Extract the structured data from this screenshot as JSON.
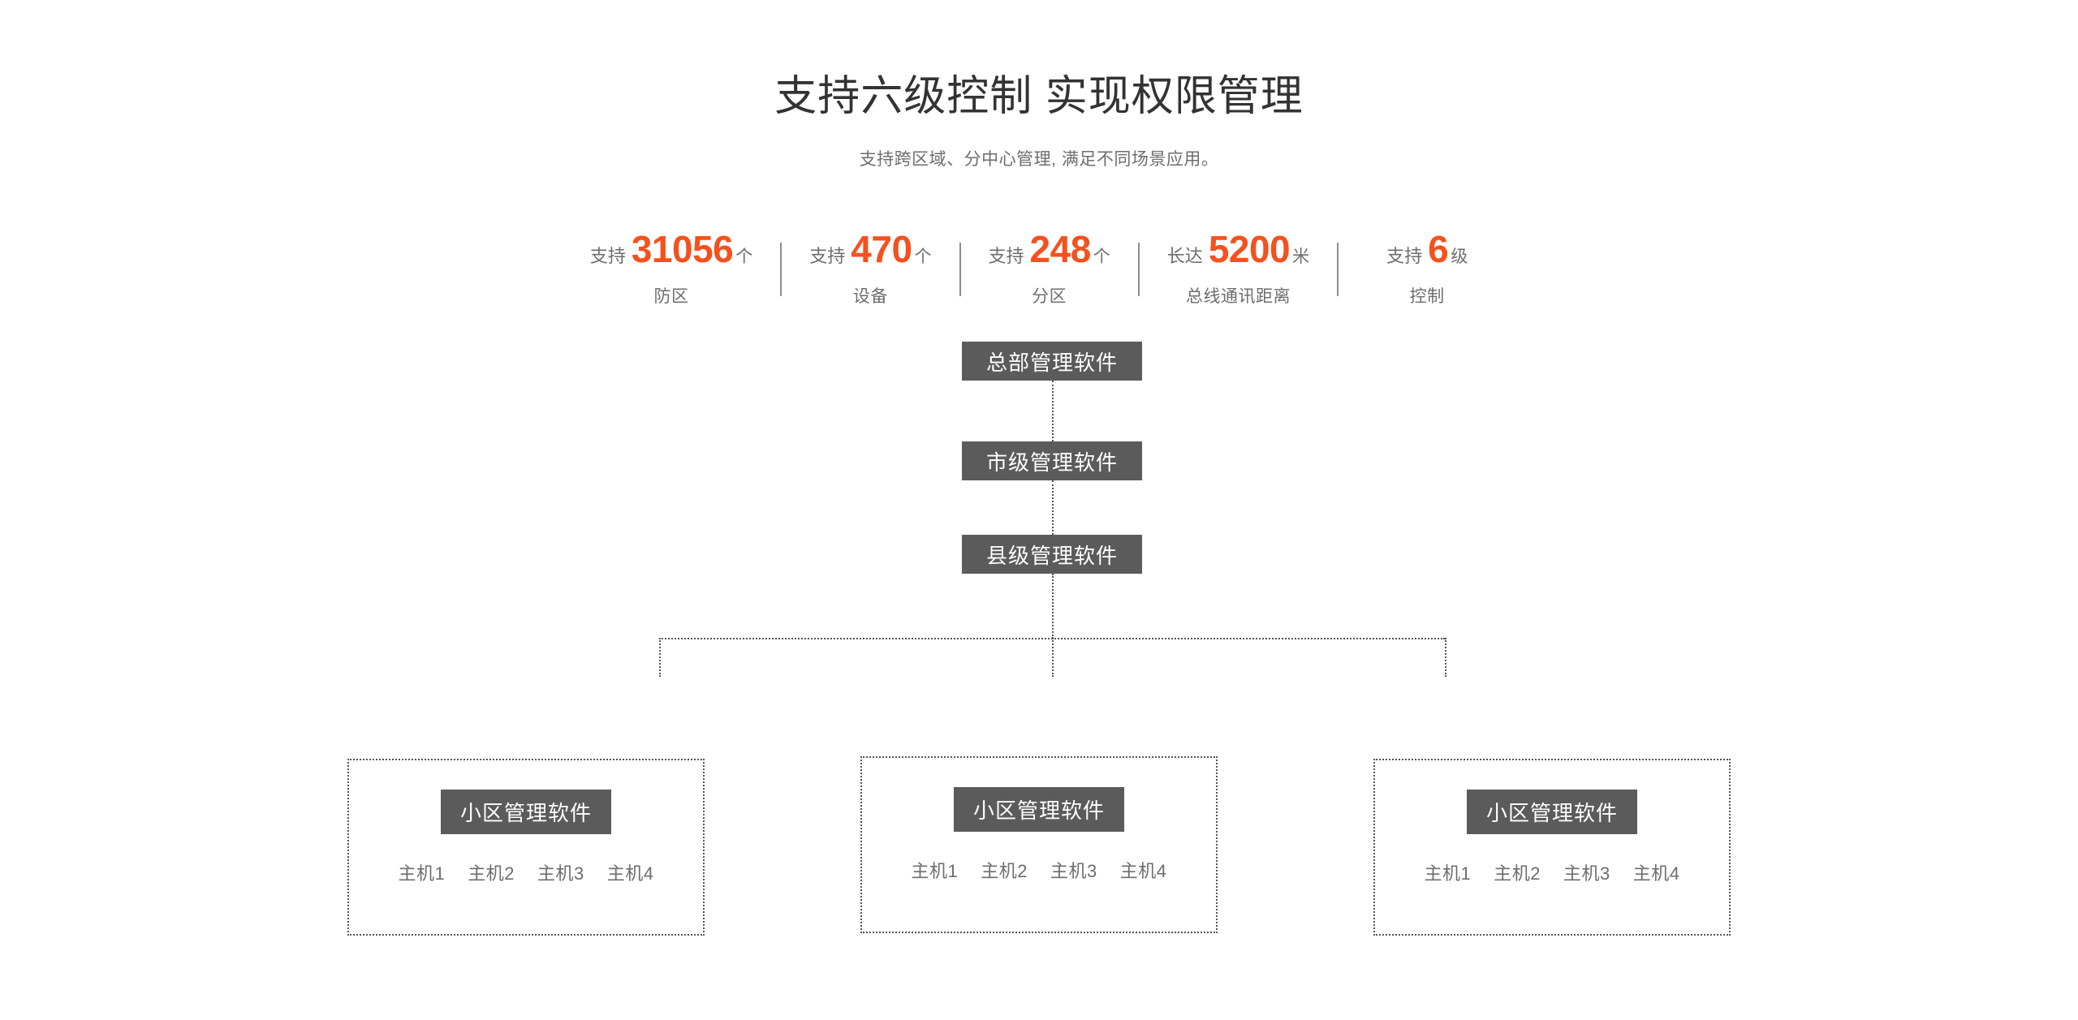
{
  "header": {
    "title": "支持六级控制 实现权限管理",
    "subtitle": "支持跨区域、分中心管理, 满足不同场景应用。"
  },
  "colors": {
    "accent_orange": "#f4511e",
    "box_grey": "#5b5b5b",
    "text_grey": "#6d6d6d",
    "title_grey": "#333333",
    "line_grey": "#555555"
  },
  "stats": [
    {
      "prefix": "支持",
      "value": "31056",
      "unit": "个",
      "label": "防区"
    },
    {
      "prefix": "支持",
      "value": "470",
      "unit": "个",
      "label": "设备"
    },
    {
      "prefix": "支持",
      "value": "248",
      "unit": "个",
      "label": "分区"
    },
    {
      "prefix": "长达",
      "value": "5200",
      "unit": "米",
      "label": "总线通讯距离"
    },
    {
      "prefix": "支持",
      "value": "6",
      "unit": "级",
      "label": "控制"
    }
  ],
  "hierarchy": {
    "tiers": [
      {
        "label": "总部管理软件"
      },
      {
        "label": "市级管理软件"
      },
      {
        "label": "县级管理软件"
      }
    ],
    "communities": [
      {
        "label": "小区管理软件",
        "hosts": [
          "主机1",
          "主机2",
          "主机3",
          "主机4"
        ]
      },
      {
        "label": "小区管理软件",
        "hosts": [
          "主机1",
          "主机2",
          "主机3",
          "主机4"
        ]
      },
      {
        "label": "小区管理软件",
        "hosts": [
          "主机1",
          "主机2",
          "主机3",
          "主机4"
        ]
      }
    ]
  }
}
